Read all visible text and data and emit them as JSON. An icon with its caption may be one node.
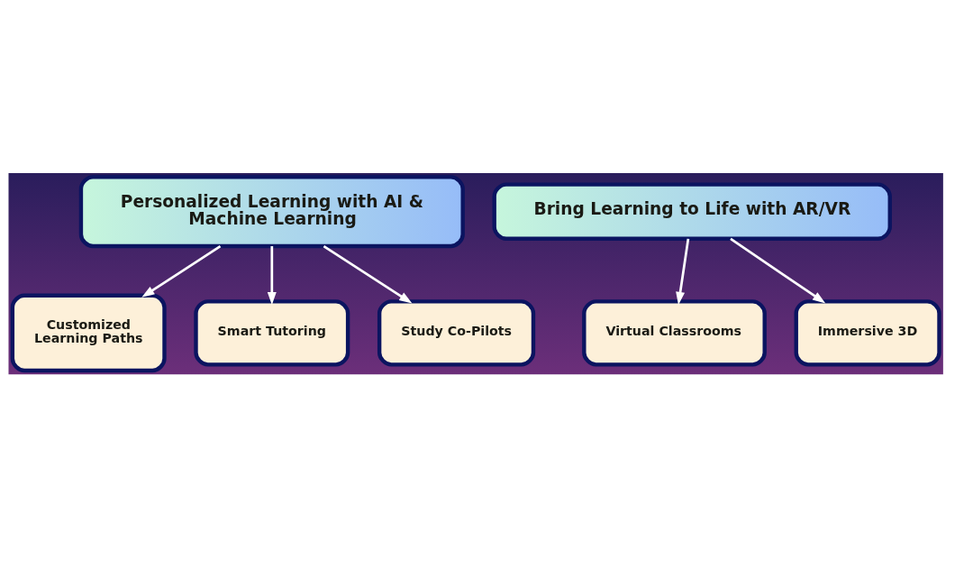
{
  "diagram": {
    "nodes": [
      {
        "text": [
          "Personalized Learning with AI & Machine Learning"
        ]
      },
      {
        "text": [
          "Customized Learning Paths"
        ]
      },
      {
        "text": [
          "Smart Tutoring"
        ]
      },
      {
        "text": [
          "Study Co-Pilots"
        ]
      },
      {
        "text": [
          "Bring Learning to Life with AR/VR"
        ]
      },
      {
        "text": [
          "Virtual Classrooms"
        ]
      },
      {
        "text": [
          "Immersive 3D"
        ]
      }
    ],
    "edges": [
      {
        "from": 0,
        "to": 1,
        "arrow": "to"
      },
      {
        "from": 0,
        "to": 2,
        "arrow": "to"
      },
      {
        "from": 0,
        "to": 3,
        "arrow": "to"
      },
      {
        "from": 4,
        "to": 5,
        "arrow": "to"
      },
      {
        "from": 4,
        "to": 6,
        "arrow": "to"
      }
    ]
  }
}
